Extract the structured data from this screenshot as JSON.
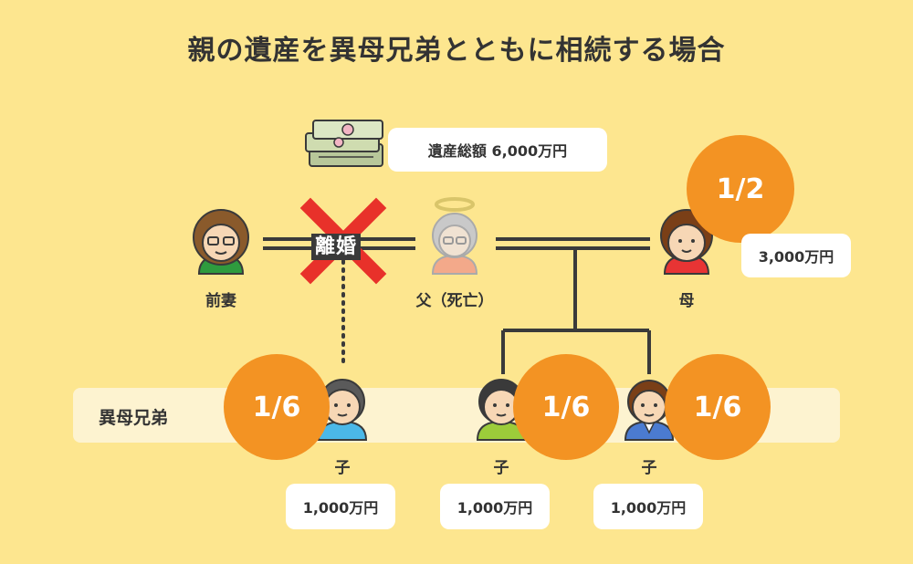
{
  "title": "親の遺産を異母兄弟とともに相続する場合",
  "estate": {
    "label": "遺産総額 6,000万円",
    "icon": "money-stack-icon"
  },
  "people": {
    "ex_wife": {
      "label": "前妻",
      "icon": "woman-glasses-icon"
    },
    "father": {
      "label": "父（死亡）",
      "icon": "deceased-father-angel-icon"
    },
    "mother": {
      "label": "母",
      "icon": "woman-icon",
      "share": "1/2",
      "amount": "3,000万円"
    },
    "half_sibling_child": {
      "label": "子",
      "icon": "boy-icon",
      "share": "1/6",
      "amount": "1,000万円"
    },
    "child_a": {
      "label": "子",
      "icon": "boy-icon",
      "share": "1/6",
      "amount": "1,000万円"
    },
    "child_b": {
      "label": "子",
      "icon": "boy-suit-icon",
      "share": "1/6",
      "amount": "1,000万円"
    }
  },
  "divorce": {
    "label": "離婚",
    "mark": "red-x-icon"
  },
  "band": {
    "label": "異母兄弟"
  },
  "colors": {
    "background": "#fde68f",
    "accent": "#f39323",
    "cross": "#e8312a",
    "line": "#3a3a3a",
    "panel": "#ffffff",
    "band": "#fdf3d0"
  }
}
